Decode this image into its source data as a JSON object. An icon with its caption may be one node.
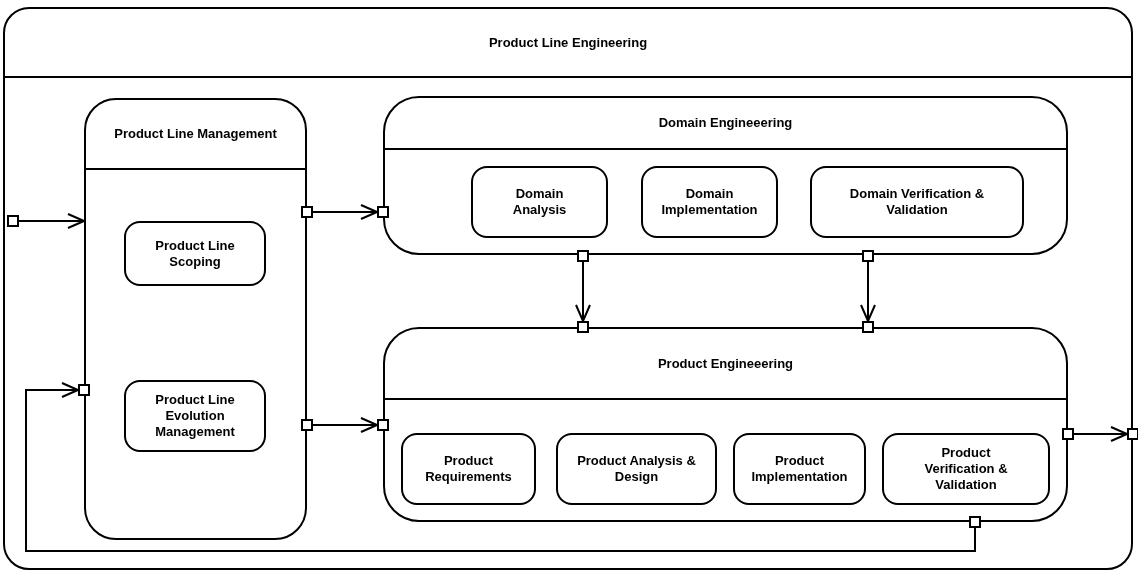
{
  "diagram": {
    "nodes": [
      {
        "text": [
          "Product Line Engineering"
        ]
      },
      {
        "text": [
          "Product Line Management"
        ],
        "in": 0
      },
      {
        "text": [
          "Product Line Scoping"
        ],
        "in": 1
      },
      {
        "text": [
          "Product Line Evolution Management"
        ],
        "in": 1
      },
      {
        "text": [
          "Domain Engineeering"
        ],
        "in": 0
      },
      {
        "text": [
          "Domain Analysis"
        ],
        "in": 4
      },
      {
        "text": [
          "Domain Implementation"
        ],
        "in": 4
      },
      {
        "text": [
          "Domain Verification & Validation"
        ],
        "in": 4
      },
      {
        "text": [
          "Product Engineeering"
        ],
        "in": 0
      },
      {
        "text": [
          "Product Requirements"
        ],
        "in": 8
      },
      {
        "text": [
          "Product Analysis & Design"
        ],
        "in": 8
      },
      {
        "text": [
          "Product Implementation"
        ],
        "in": 8
      },
      {
        "text": [
          "Product Verification & Validation"
        ],
        "in": 8
      },
      {
        "text": [],
        "shape": "box",
        "in": 0
      },
      {
        "text": [],
        "shape": "box",
        "in": 0
      },
      {
        "text": [],
        "shape": "box",
        "in": 0
      },
      {
        "text": [],
        "shape": "box",
        "in": 0
      },
      {
        "text": [],
        "shape": "box",
        "in": 0
      },
      {
        "text": [],
        "shape": "box",
        "in": 0
      },
      {
        "text": [],
        "shape": "box",
        "in": 0
      },
      {
        "text": [],
        "shape": "box",
        "in": 0
      },
      {
        "text": [],
        "shape": "box",
        "in": 0
      },
      {
        "text": [],
        "shape": "box",
        "in": 0
      },
      {
        "text": [],
        "shape": "box",
        "in": 0
      },
      {
        "text": [],
        "shape": "box"
      },
      {
        "text": [],
        "shape": "box",
        "in": 0
      }
    ],
    "edges": [
      {
        "from": 13,
        "to": 1,
        "arrow": "to"
      },
      {
        "from": 14,
        "to": 15,
        "arrow": "to"
      },
      {
        "from": 17,
        "to": 18,
        "arrow": "to"
      },
      {
        "from": 19,
        "to": 21,
        "arrow": "to"
      },
      {
        "from": 20,
        "to": 22,
        "arrow": "to"
      },
      {
        "from": 23,
        "to": 24,
        "arrow": "to"
      },
      {
        "from": 25,
        "to": 16,
        "arrow": "to"
      }
    ]
  }
}
